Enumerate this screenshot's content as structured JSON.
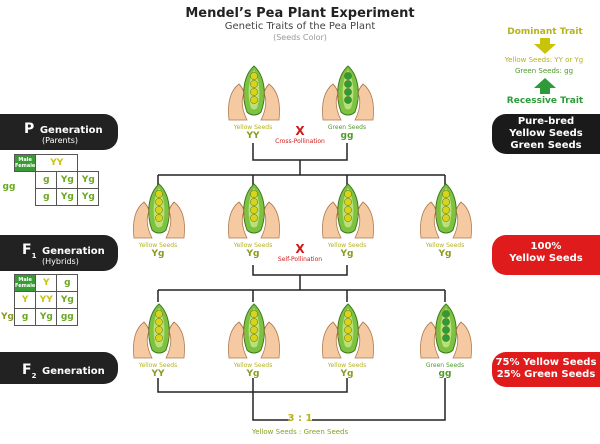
{
  "header": {
    "title": "Mendel’s Pea Plant Experiment",
    "subtitle": "Genetic Traits of the Pea Plant",
    "note": "(Seeds Color)"
  },
  "legend": {
    "dominant": "Dominant Trait",
    "recessive": "Recessive Trait",
    "yellow_line": "Yellow Seeds: YY or Yg",
    "green_line": "Green Seeds: gg",
    "dominant_color": "#c9c30a",
    "recessive_color": "#2d9b3a"
  },
  "generations": {
    "p": {
      "letter": "P",
      "word": "Generation",
      "sub": "(Parents)"
    },
    "f1": {
      "letter": "F",
      "index": "1",
      "word": "Generation",
      "sub": "(Hybrids)"
    },
    "f2": {
      "letter": "F",
      "index": "2",
      "word": "Generation"
    }
  },
  "right_boxes": {
    "p": {
      "lines": [
        "Pure-bred",
        "Yellow Seeds",
        "Green Seeds"
      ],
      "color": "#1a1a1a"
    },
    "f1": {
      "lines": [
        "100%",
        "Yellow Seeds"
      ],
      "color": "#e01b1b"
    },
    "f2": {
      "lines": [
        "75% Yellow Seeds",
        "25% Green Seeds"
      ],
      "color": "#e01b1b"
    }
  },
  "punnett_p": {
    "corner": "Male Female",
    "top": [
      "Y",
      "Y"
    ],
    "side": "gg",
    "cells": [
      [
        "g",
        "Yg",
        "Yg"
      ],
      [
        "g",
        "Yg",
        "Yg"
      ]
    ]
  },
  "punnett_f1": {
    "corner": "Male Female",
    "top": [
      "Y",
      "g"
    ],
    "side_labels": [
      "Yg"
    ],
    "cells": [
      [
        "Y",
        "YY",
        "Yg"
      ],
      [
        "g",
        "Yg",
        "gg"
      ]
    ]
  },
  "p_row": {
    "pods": [
      {
        "label": "Yellow Seeds",
        "geno": "YY",
        "seed_color": "#d8d41a"
      },
      {
        "label": "Green Seeds",
        "geno": "gg",
        "seed_color": "#2e9b3a"
      }
    ],
    "cross_mark": "X",
    "cross_label": "Cross-Pollination"
  },
  "f1_row": {
    "pods": [
      {
        "label": "Yellow Seeds",
        "geno": "Yg"
      },
      {
        "label": "Yellow Seeds",
        "geno": "Yg"
      },
      {
        "label": "Yellow Seeds",
        "geno": "Yg"
      },
      {
        "label": "Yellow Seeds",
        "geno": "Yg"
      }
    ],
    "self_mark": "X",
    "self_label": "Self-Pollination"
  },
  "f2_row": {
    "pods": [
      {
        "label": "Yellow Seeds",
        "geno": "YY",
        "seed_color": "#d8d41a"
      },
      {
        "label": "Yellow Seeds",
        "geno": "Yg",
        "seed_color": "#d8d41a"
      },
      {
        "label": "Yellow Seeds",
        "geno": "Yg",
        "seed_color": "#d8d41a"
      },
      {
        "label": "Green Seeds",
        "geno": "gg",
        "seed_color": "#2e9b3a"
      }
    ]
  },
  "ratio": {
    "value": "3 : 1",
    "label": "Yellow Seeds : Green Seeds"
  }
}
